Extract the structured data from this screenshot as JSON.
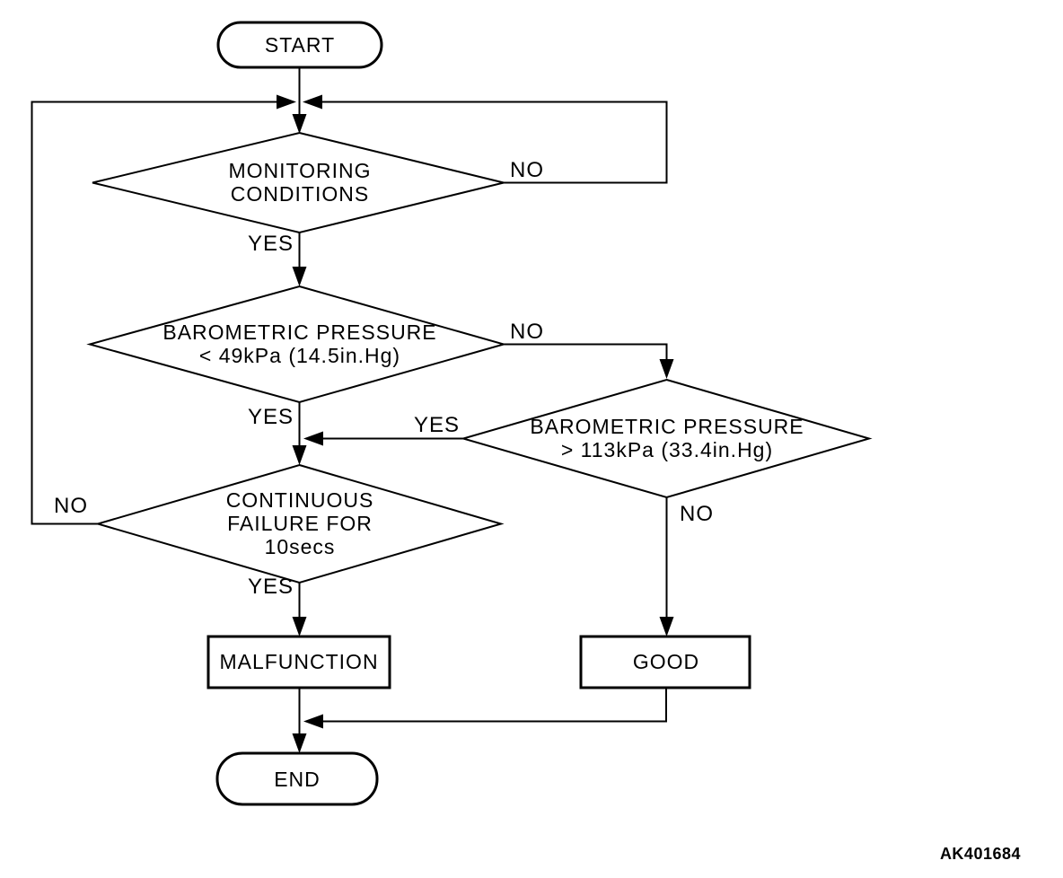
{
  "colors": {
    "line": "#000000",
    "background": "#ffffff",
    "text": "#000000"
  },
  "figure_code": "AK401684",
  "nodes": {
    "start": {
      "label": "START"
    },
    "monitoring": {
      "line1": "MONITORING",
      "line2": "CONDITIONS"
    },
    "baro_low": {
      "line1": "BAROMETRIC PRESSURE",
      "line2": "< 49kPa (14.5in.Hg)"
    },
    "baro_high": {
      "line1": "BAROMETRIC PRESSURE",
      "line2": "> 113kPa (33.4in.Hg)"
    },
    "failure": {
      "line1": "CONTINUOUS",
      "line2": "FAILURE FOR",
      "line3": "10secs"
    },
    "malfunction": {
      "label": "MALFUNCTION"
    },
    "good": {
      "label": "GOOD"
    },
    "end": {
      "label": "END"
    }
  },
  "edge_labels": {
    "monitoring_no": "NO",
    "monitoring_yes": "YES",
    "baro_low_no": "NO",
    "baro_low_yes": "YES",
    "baro_high_yes": "YES",
    "baro_high_no": "NO",
    "failure_no": "NO",
    "failure_yes": "YES"
  }
}
